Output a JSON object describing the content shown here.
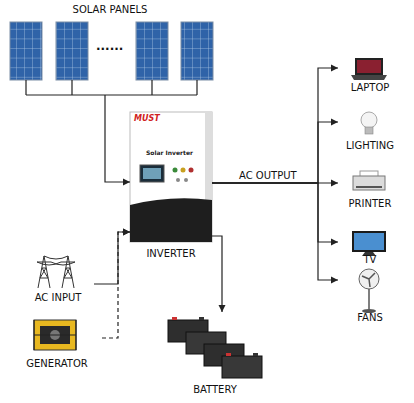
{
  "diagram": {
    "nodes": [
      {
        "text": [
          "SOLAR PANELS"
        ]
      },
      {
        "text": [
          "INVERTER"
        ]
      },
      {
        "text": [
          "LAPTOP"
        ]
      },
      {
        "text": [
          "LIGHTING"
        ]
      },
      {
        "text": [
          "PRINTER"
        ]
      },
      {
        "text": [
          "TV"
        ]
      },
      {
        "text": [
          "FANS"
        ]
      },
      {
        "text": [
          "AC INPUT"
        ]
      },
      {
        "text": [
          "GENERATOR"
        ]
      },
      {
        "text": [
          "BATTERY"
        ]
      }
    ],
    "edges": [
      {
        "from": 0,
        "to": 1,
        "arrow": "to"
      },
      {
        "from": 1,
        "to": 2,
        "arrow": "to"
      },
      {
        "from": 1,
        "to": 3,
        "arrow": "to"
      },
      {
        "from": 1,
        "to": 4,
        "arrow": "to",
        "label": "AC OUTPUT"
      },
      {
        "from": 1,
        "to": 5,
        "arrow": "to"
      },
      {
        "from": 1,
        "to": 6,
        "arrow": "to"
      },
      {
        "from": 7,
        "to": 1,
        "arrow": "to"
      },
      {
        "from": 8,
        "to": 1,
        "arrow": "to"
      },
      {
        "from": 1,
        "to": 9,
        "arrow": "to"
      }
    ],
    "labels": [
      "......",
      "MUST",
      "Solar Inverter"
    ]
  }
}
